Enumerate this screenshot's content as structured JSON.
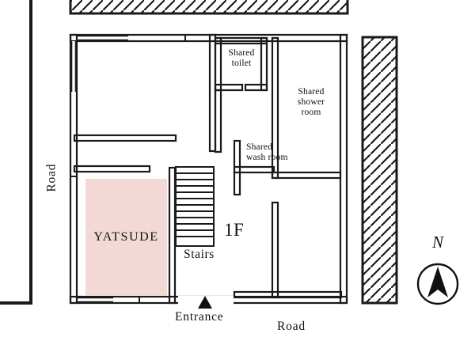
{
  "plan": {
    "floor_label": "1F",
    "highlight_room": {
      "name": "YATSUDE",
      "fill_color": "#f2d9d6"
    },
    "rooms": [
      {
        "id": "shared-toilet",
        "label": "Shared\ntoilet"
      },
      {
        "id": "shared-shower-room",
        "label": "Shared\nshower\nroom"
      },
      {
        "id": "shared-wash-room",
        "label": "Shared\nwash room"
      }
    ],
    "features": [
      {
        "id": "stairs",
        "label": "Stairs"
      },
      {
        "id": "entrance",
        "label": "Entrance"
      }
    ],
    "roads": [
      {
        "id": "road-left",
        "label": "Road",
        "orientation": "vertical"
      },
      {
        "id": "road-bottom",
        "label": "Road",
        "orientation": "horizontal"
      }
    ],
    "compass": {
      "label": "N"
    },
    "colors": {
      "wall": "#1a1a1a",
      "background": "#ffffff",
      "highlight": "#f2d9d6",
      "text": "#111111"
    }
  }
}
